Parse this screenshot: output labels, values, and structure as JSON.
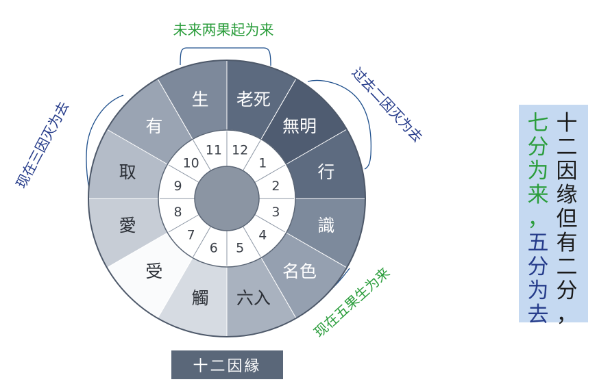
{
  "diagram": {
    "title": "十二因縁",
    "outer_segments": [
      {
        "label": "老死",
        "color": "#5c6a7f"
      },
      {
        "label": "無明",
        "color": "#4f5c71"
      },
      {
        "label": "行",
        "color": "#5d6b80"
      },
      {
        "label": "識",
        "color": "#7d8a9c"
      },
      {
        "label": "名色",
        "color": "#95a0b0"
      },
      {
        "label": "六入",
        "color": "#a9b2bf"
      },
      {
        "label": "觸",
        "color": "#d6dbe2"
      },
      {
        "label": "受",
        "color": "#fafbfc"
      },
      {
        "label": "愛",
        "color": "#c7cdd6"
      },
      {
        "label": "取",
        "color": "#b4bcc8"
      },
      {
        "label": "有",
        "color": "#9aa4b3"
      },
      {
        "label": "生",
        "color": "#7d899b"
      }
    ],
    "inner_numbers": [
      "12",
      "1",
      "2",
      "3",
      "4",
      "5",
      "6",
      "7",
      "8",
      "9",
      "10",
      "11"
    ],
    "annotations": {
      "top": "未来两果起为来",
      "upper_right": "过去二因灭为去",
      "left": "现在三因灭为去",
      "lower_right": "现在五果生为来"
    }
  },
  "side_note": {
    "right_column": [
      "十",
      "二",
      "因",
      "缘",
      "但",
      "有",
      "二",
      "分",
      "，"
    ],
    "left_column_green": [
      "七",
      "分",
      "为",
      "来",
      "，"
    ],
    "left_column_navy": [
      "五",
      "分",
      "为",
      "去"
    ]
  },
  "colors": {
    "annotation_green": "#2b9d3c",
    "annotation_navy": "#253b8a",
    "panel_bg": "#c5d9f1",
    "title_bg": "#5a6779"
  }
}
